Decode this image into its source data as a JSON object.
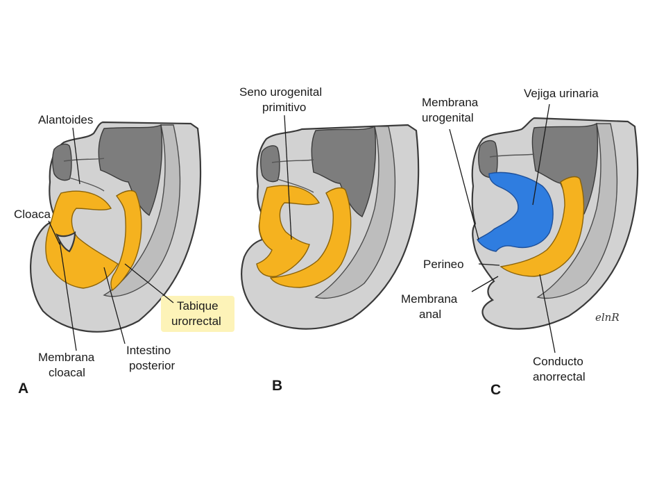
{
  "panels": {
    "a": {
      "letter": "A",
      "labels": {
        "alantoides": "Alantoides",
        "cloaca": "Cloaca",
        "tabique_1": "Tabique",
        "tabique_2": "urorrectal",
        "membrana_1": "Membrana",
        "membrana_2": "cloacal",
        "intestino_1": "Intestino",
        "intestino_2": "posterior"
      }
    },
    "b": {
      "letter": "B",
      "labels": {
        "seno_1": "Seno urogenital",
        "seno_2": "primitivo"
      }
    },
    "c": {
      "letter": "C",
      "labels": {
        "membrana_uro_1": "Membrana",
        "membrana_uro_2": "urogenital",
        "vejiga": "Vejiga urinaria",
        "perineo": "Perineo",
        "membrana_anal_1": "Membrana",
        "membrana_anal_2": "anal",
        "conducto_1": "Conducto",
        "conducto_2": "anorrectal"
      },
      "signature": "elnR"
    }
  },
  "colors": {
    "septum": "#f5b21f",
    "bladder": "#2f7de0",
    "tissue": "#d2d2d2",
    "highlight": "#fdf3b8"
  }
}
